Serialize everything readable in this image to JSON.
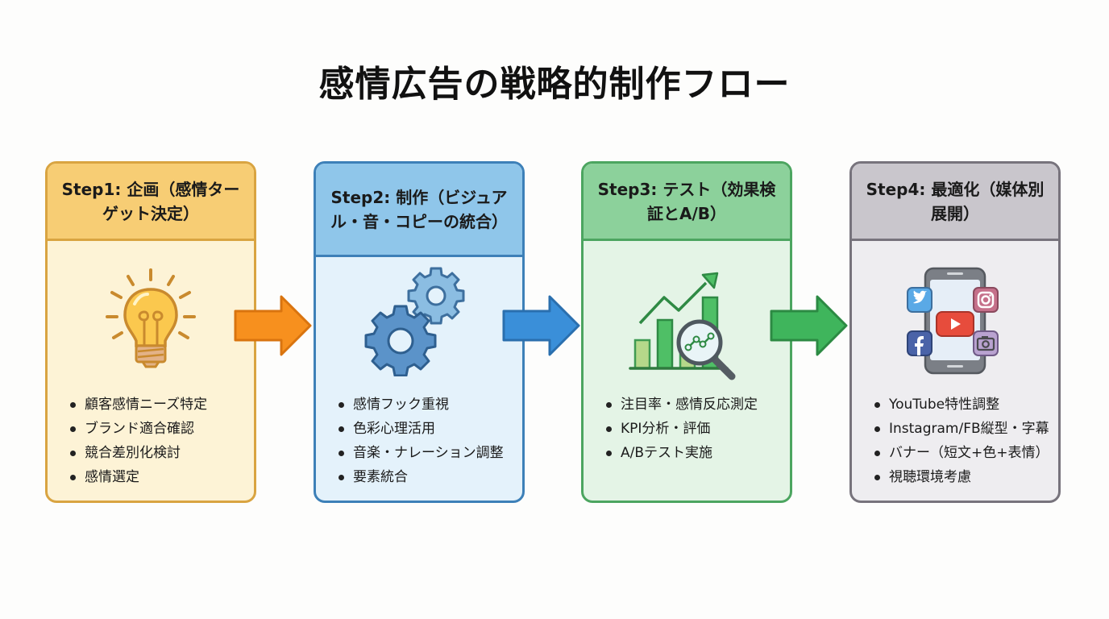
{
  "title": "感情広告の戦略的制作フロー",
  "steps": [
    {
      "heading": "Step1: 企画（感情ターゲット決定）",
      "icon": "lightbulb-icon",
      "color": "#d9a441",
      "bullets": [
        "顧客感情ニーズ特定",
        "ブランド適合確認",
        "競合差別化検討",
        "感情選定"
      ]
    },
    {
      "heading": "Step2: 制作（ビジュアル・音・コピーの統合）",
      "icon": "gears-icon",
      "color": "#3d80b8",
      "bullets": [
        "感情フック重視",
        "色彩心理活用",
        "音楽・ナレーション調整",
        "要素統合"
      ]
    },
    {
      "heading": "Step3: テスト（効果検証とA/B）",
      "icon": "chart-magnifier-icon",
      "color": "#4ca560",
      "bullets": [
        "注目率・感情反応測定",
        "KPI分析・評価",
        "A/Bテスト実施"
      ]
    },
    {
      "heading": "Step4: 最適化（媒体別展開）",
      "icon": "smartphone-social-icon",
      "color": "#77737c",
      "bullets": [
        "YouTube特性調整",
        "Instagram/FB縦型・字幕",
        "バナー（短文+色+表情）",
        "視聴環境考慮"
      ]
    }
  ],
  "arrows": [
    {
      "from": "Step1",
      "to": "Step2",
      "color": "#f28c28"
    },
    {
      "from": "Step2",
      "to": "Step3",
      "color": "#3a8fd9"
    },
    {
      "from": "Step3",
      "to": "Step4",
      "color": "#3fb55c"
    }
  ]
}
